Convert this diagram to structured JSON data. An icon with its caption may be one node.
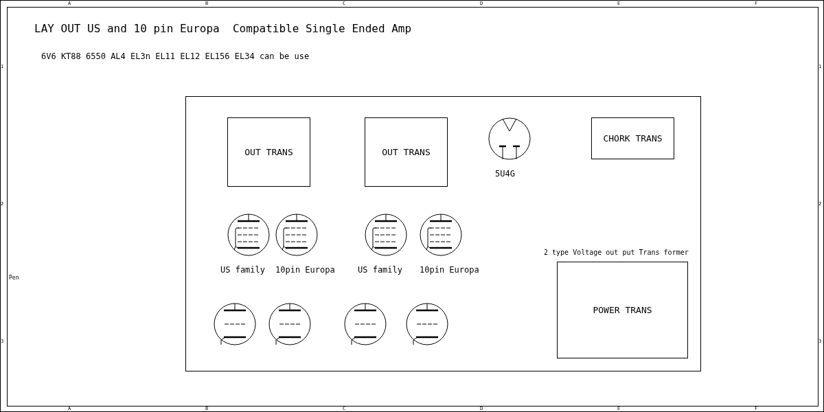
{
  "diagram": {
    "title": "LAY OUT US and 10 pin Europa  Compatible Single Ended Amp",
    "nodes": [
      {
        "text": [],
        "shape": "box"
      },
      {
        "text": [
          "OUT TRANS"
        ],
        "in": 0
      },
      {
        "text": [
          "OUT TRANS"
        ],
        "in": 0
      },
      {
        "text": [],
        "shape": "circle",
        "beside": [
          "5U4G"
        ],
        "in": 0
      },
      {
        "text": [
          "CHORK TRANS"
        ],
        "in": 0
      },
      {
        "text": [],
        "shape": "circle",
        "beside": [
          "US family"
        ],
        "in": 0
      },
      {
        "text": [],
        "shape": "circle",
        "beside": [
          "10pin Europa"
        ],
        "in": 0
      },
      {
        "text": [],
        "shape": "circle",
        "beside": [
          "US family"
        ],
        "in": 0
      },
      {
        "text": [],
        "shape": "circle",
        "beside": [
          "10pin Europa"
        ],
        "in": 0
      },
      {
        "text": [
          "POWER TRANS"
        ],
        "beside": [
          "2 type Voltage out put Trans former"
        ],
        "in": 0
      },
      {
        "text": [],
        "shape": "circle",
        "in": 0
      },
      {
        "text": [],
        "shape": "circle",
        "in": 0
      },
      {
        "text": [],
        "shape": "circle",
        "in": 0
      },
      {
        "text": [],
        "shape": "circle",
        "in": 0
      }
    ],
    "edges": [],
    "labels": [
      "A",
      "B",
      "C",
      "D",
      "E",
      "F",
      "6V6 KT88 6550 AL4 EL3n EL11 EL12 EL156 EL34 can be use",
      "1",
      "1",
      "2",
      "2",
      "Pen",
      "3",
      "3",
      "A",
      "B",
      "C",
      "D",
      "E",
      "F"
    ]
  }
}
